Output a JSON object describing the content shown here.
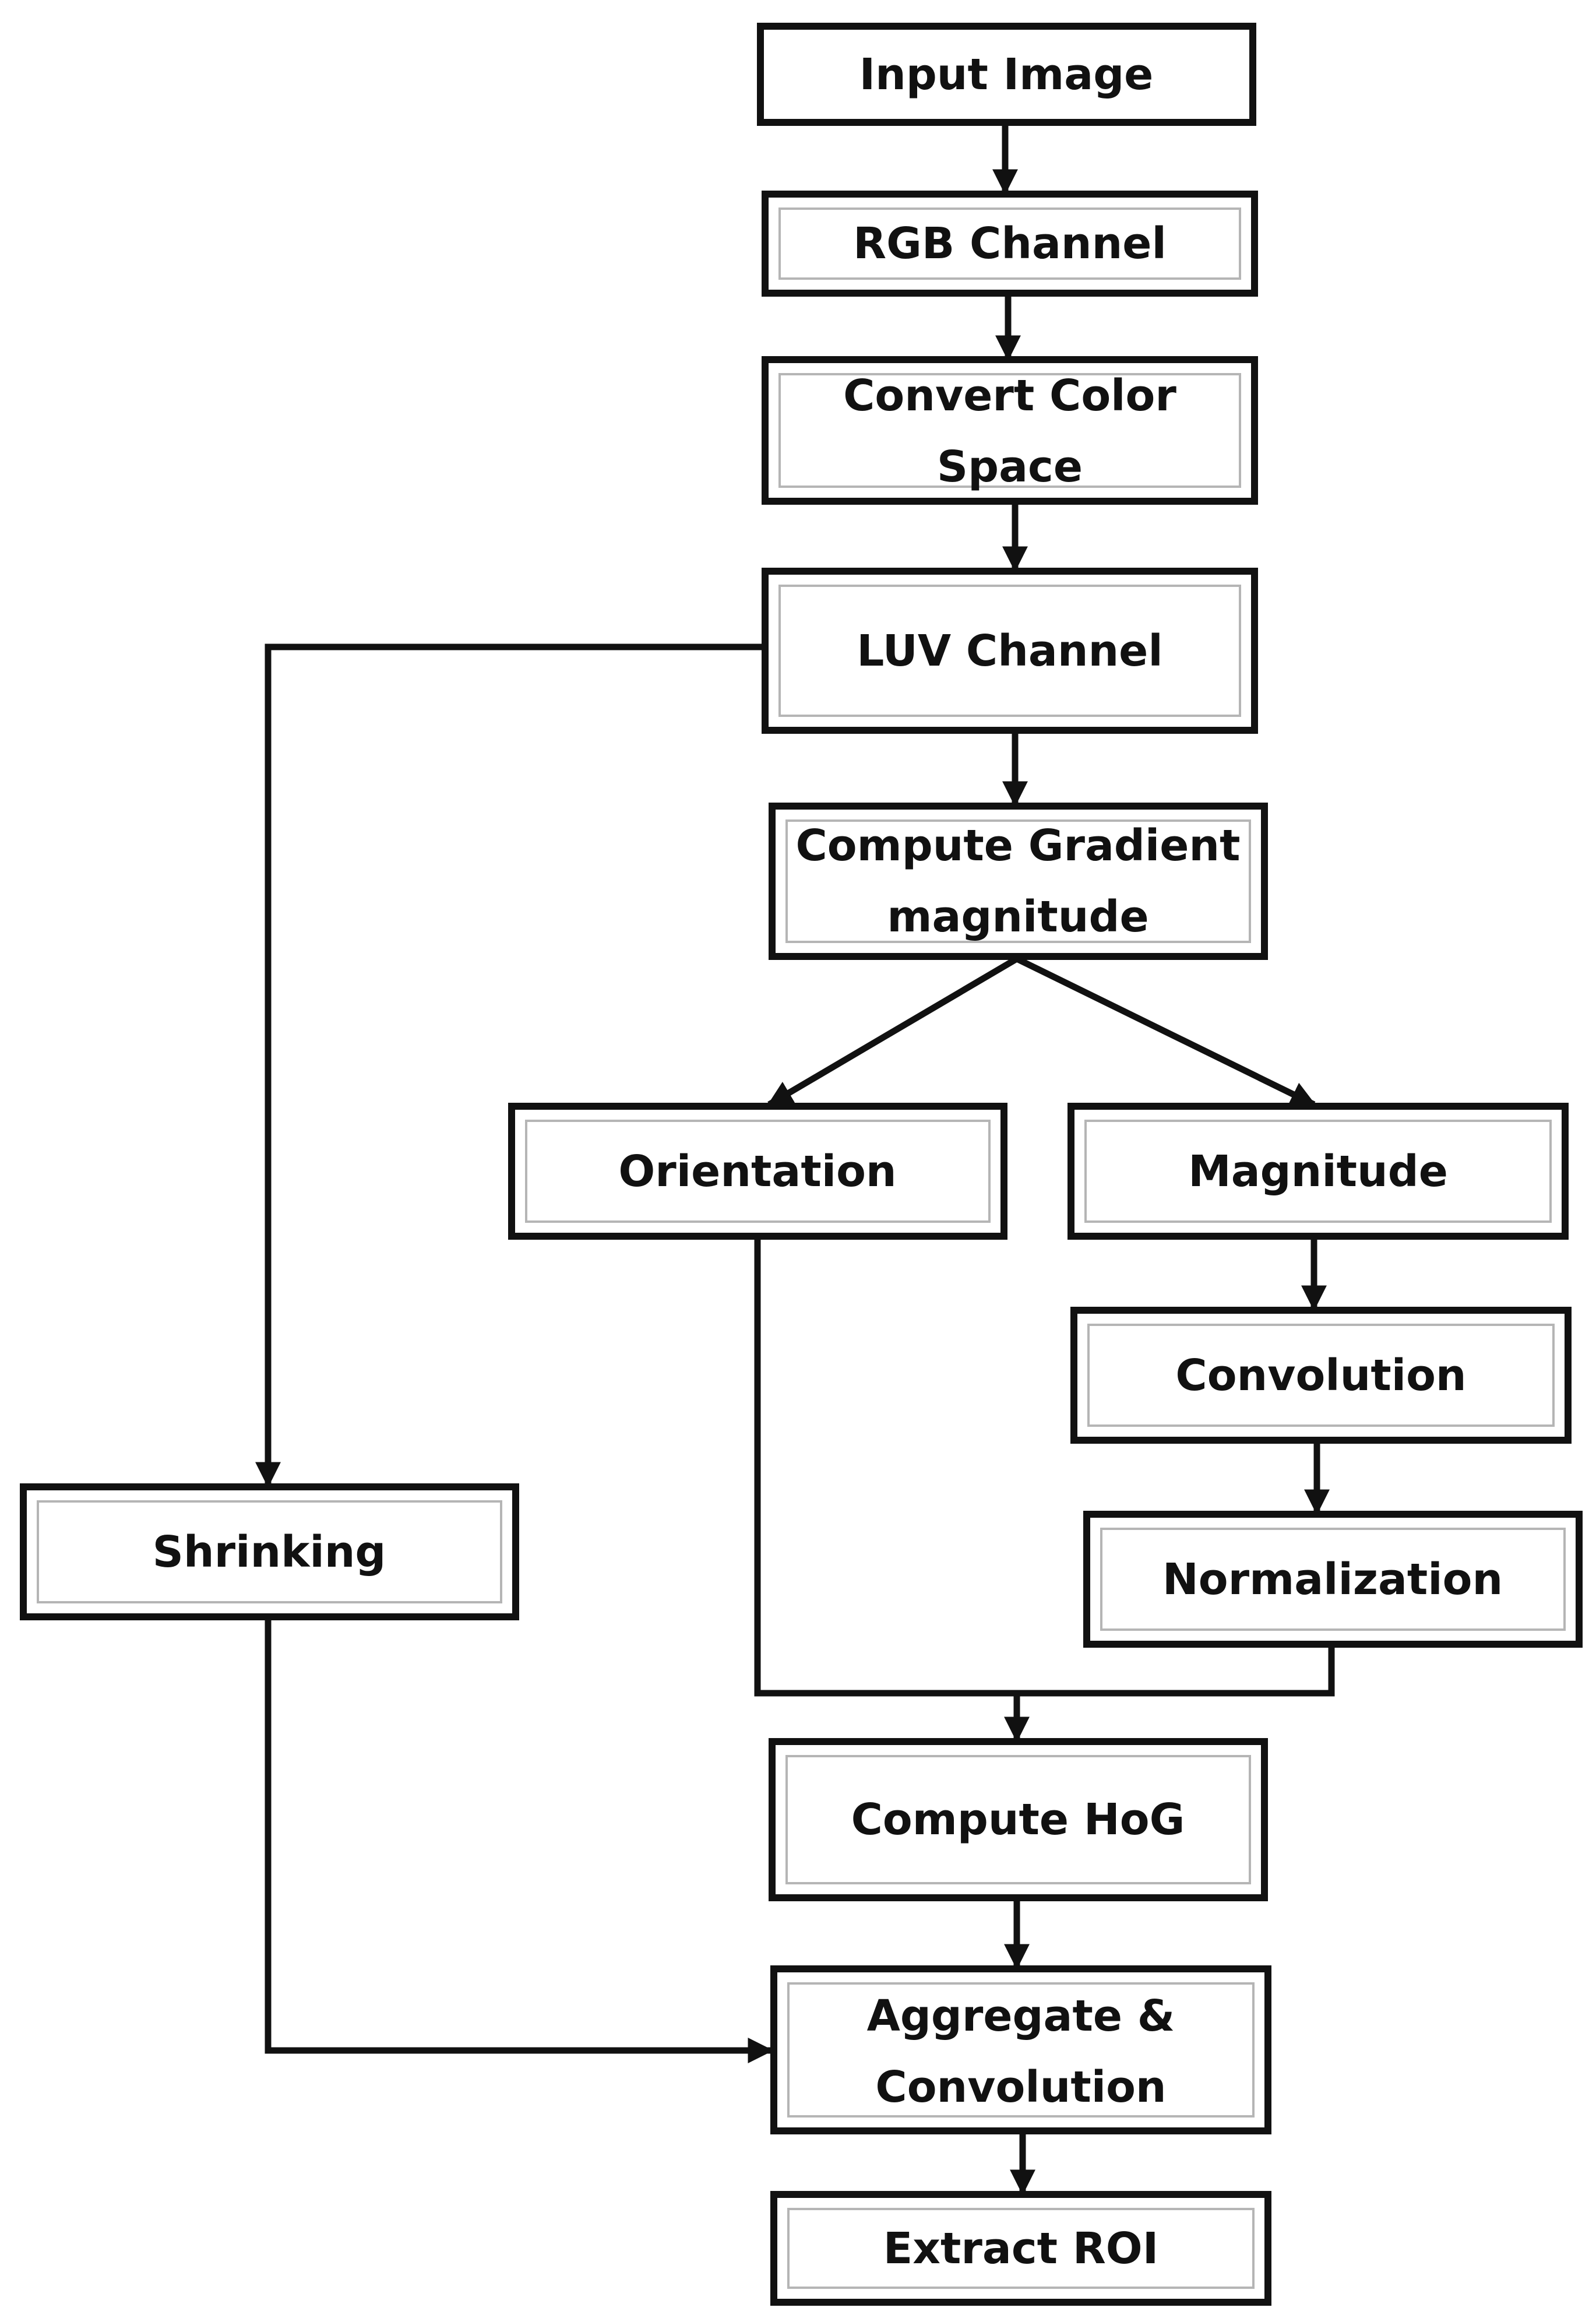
{
  "nodes": {
    "input_image": [
      "Input Image"
    ],
    "rgb_channel": [
      "RGB Channel"
    ],
    "convert_color_space": [
      "Convert Color",
      "Space"
    ],
    "luv_channel": [
      "LUV Channel"
    ],
    "compute_gradient": [
      "Compute Gradient",
      "magnitude"
    ],
    "orientation": [
      "Orientation"
    ],
    "magnitude": [
      "Magnitude"
    ],
    "convolution": [
      "Convolution"
    ],
    "normalization": [
      "Normalization"
    ],
    "shrinking": [
      "Shrinking"
    ],
    "compute_hog": [
      "Compute HoG"
    ],
    "aggregate_convolution": [
      "Aggregate &",
      "Convolution"
    ],
    "extract_roi": [
      "Extract ROI"
    ]
  },
  "colors": {
    "stroke": "#111111",
    "box_fill": "#ffffff",
    "bevel_shade": "#b5b5b5"
  }
}
